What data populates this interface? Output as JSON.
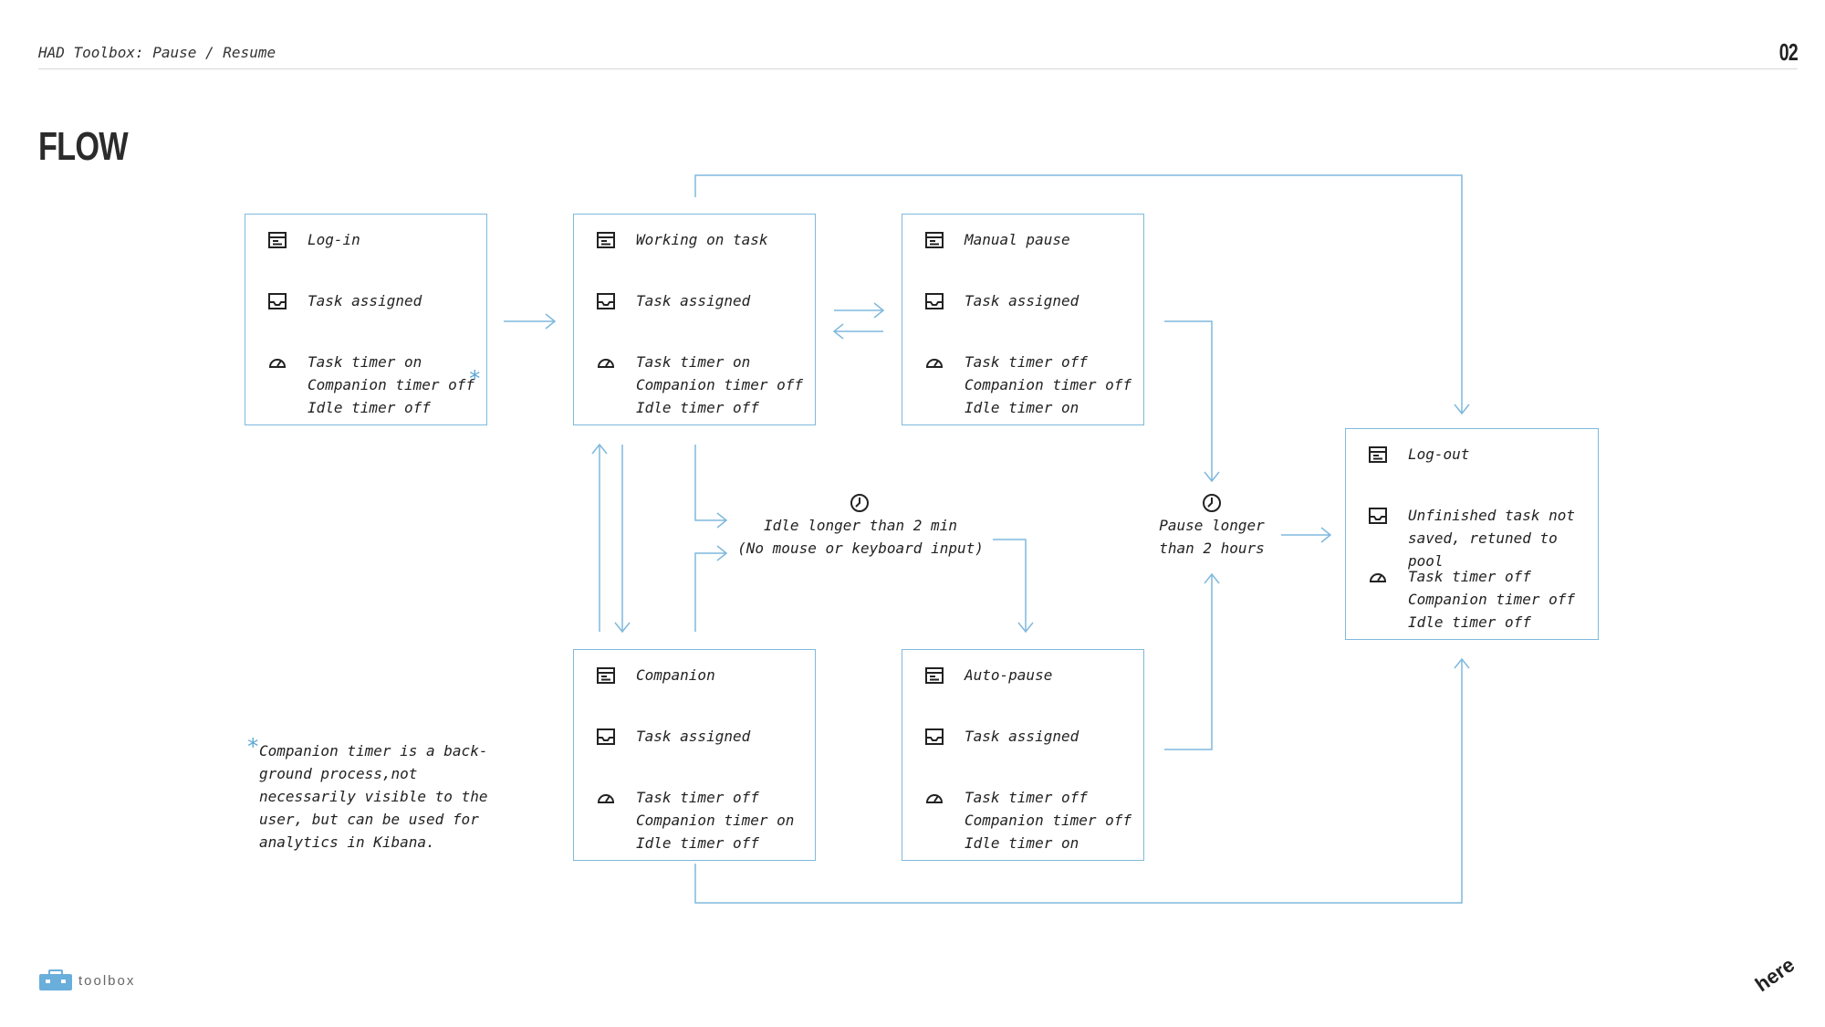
{
  "header": {
    "title": "HAD Toolbox: Pause / Resume",
    "page_number": "02"
  },
  "section": {
    "title": "FLOW"
  },
  "boxes": {
    "login": {
      "state": "Log-in",
      "task": "Task assigned",
      "timers": "Task timer on\nCompanion timer off\nIdle timer off"
    },
    "working": {
      "state": "Working on task",
      "task": "Task assigned",
      "timers": "Task timer on\nCompanion timer off\nIdle timer off"
    },
    "manual": {
      "state": "Manual pause",
      "task": "Task assigned",
      "timers": "Task timer off\nCompanion timer off\nIdle timer on"
    },
    "companion": {
      "state": "Companion",
      "task": "Task assigned",
      "timers": "Task timer off\nCompanion timer on\nIdle timer off"
    },
    "auto": {
      "state": "Auto-pause",
      "task": "Task assigned",
      "timers": "Task timer off\nCompanion timer off\nIdle timer on"
    },
    "logout": {
      "state": "Log-out",
      "task": "Unfinished task not\nsaved, retuned to pool",
      "timers": "Task timer off\nCompanion timer off\nIdle timer off"
    }
  },
  "labels": {
    "idle": "Idle longer than 2 min\n(No mouse or keyboard input)",
    "pause": "Pause longer\nthan 2 hours",
    "asterisk": "*"
  },
  "footnote": "Companion timer is a back-\nground process,not\nnecessarily visible to the\nuser, but can be used for\nanalytics in Kibana.",
  "footer": {
    "logo_text": "toolbox",
    "brand": "here"
  },
  "colors": {
    "accent": "#7fb9dd",
    "asterisk": "#5aa7d6",
    "text": "#222222"
  },
  "icons": {
    "state": "window-icon",
    "task": "inbox-icon",
    "timers": "speedometer-icon",
    "time": "clock-icon"
  }
}
